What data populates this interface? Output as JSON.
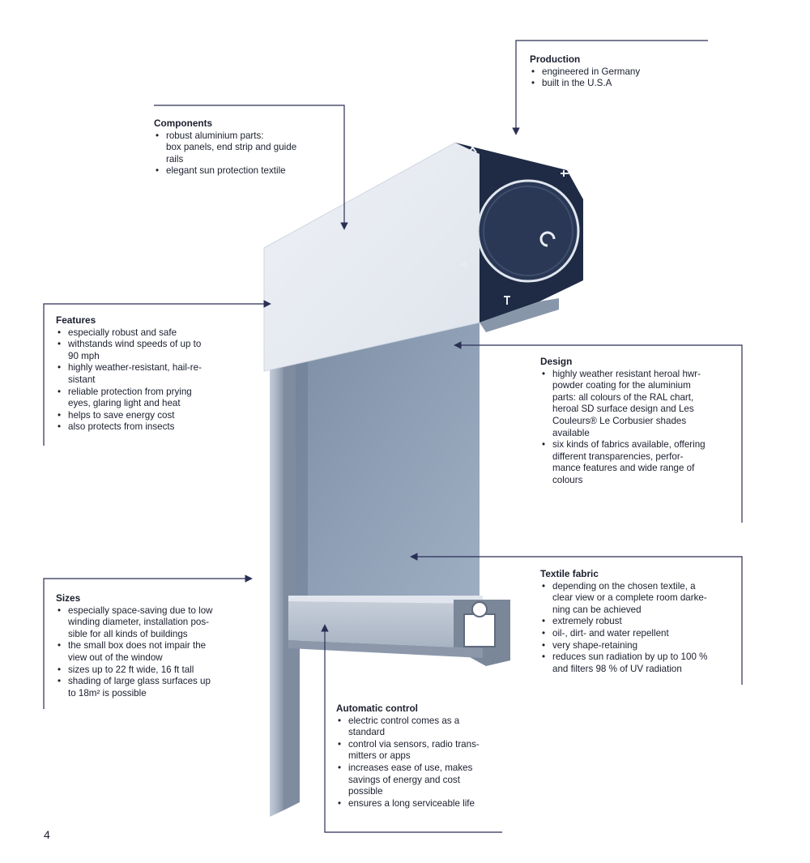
{
  "page_number": "4",
  "colors": {
    "leader": "#2a2f55",
    "text": "#1b1f2e"
  },
  "callouts": {
    "production": {
      "heading": "Production",
      "items": [
        [
          "engineered in Germany"
        ],
        [
          "built in the U.S.A"
        ]
      ]
    },
    "components": {
      "heading": "Components",
      "items": [
        [
          "robust aluminium parts:",
          "box panels, end strip and guide",
          "rails"
        ],
        [
          "elegant sun protection textile"
        ]
      ]
    },
    "features": {
      "heading": "Features",
      "items": [
        [
          "especially robust and safe"
        ],
        [
          "withstands wind speeds of up to",
          "90 mph"
        ],
        [
          "highly weather-resistant, hail-re-",
          "sistant"
        ],
        [
          "reliable protection from prying",
          "eyes, glaring light and heat"
        ],
        [
          "helps to save energy cost"
        ],
        [
          "also protects from insects"
        ]
      ]
    },
    "design": {
      "heading": "Design",
      "items": [
        [
          "highly weather resistant heroal hwr-",
          "powder coating for the aluminium",
          "parts: all colours of the RAL chart,",
          "heroal SD surface design and Les",
          "Couleurs® Le Corbusier shades",
          "available"
        ],
        [
          "six kinds of fabrics available, offering",
          "different transparencies, perfor-",
          "mance features and wide range of",
          "colours"
        ]
      ]
    },
    "textile": {
      "heading": "Textile fabric",
      "items": [
        [
          "depending on the chosen textile, a",
          "clear view or a complete room darke-",
          "ning can be achieved"
        ],
        [
          "extremely robust"
        ],
        [
          "oil-, dirt- and water repellent"
        ],
        [
          "very shape-retaining"
        ],
        [
          "reduces sun radiation by up to 100 %",
          "and filters 98 % of UV radiation"
        ]
      ]
    },
    "sizes": {
      "heading": "Sizes",
      "items": [
        [
          "especially space-saving due to low",
          "winding diameter, installation pos-",
          "sible for all kinds of buildings"
        ],
        [
          "the small box does not impair the",
          "view out of the window"
        ],
        [
          "sizes up to 22 ft wide, 16 ft tall"
        ],
        [
          "shading of large glass surfaces up",
          "to 18m² is possible"
        ]
      ]
    },
    "automatic": {
      "heading": "Automatic control",
      "items": [
        [
          "electric control comes as a",
          "standard"
        ],
        [
          "control via sensors, radio trans-",
          "mitters or apps"
        ],
        [
          "increases ease of use, makes",
          "savings of energy and cost",
          "possible"
        ],
        [
          "ensures a long serviceable life"
        ]
      ]
    }
  }
}
